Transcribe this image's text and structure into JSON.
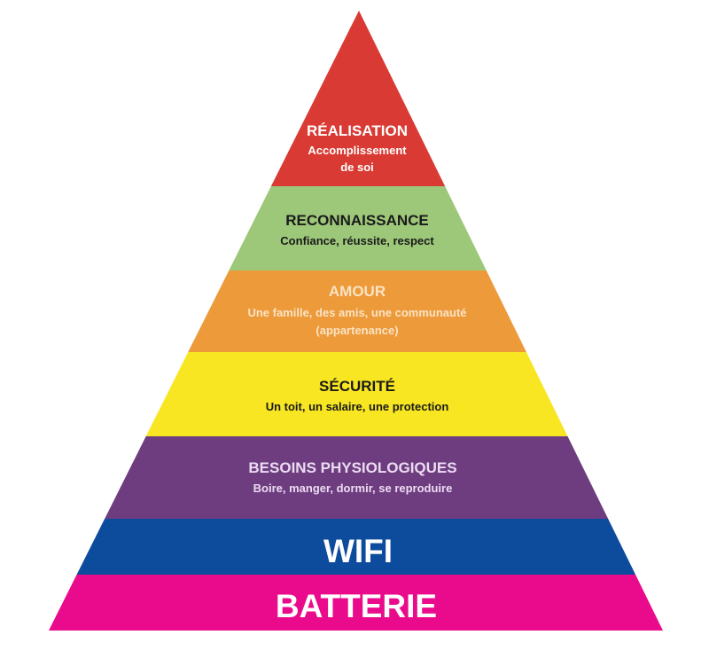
{
  "pyramid": {
    "levels": [
      {
        "title": "RÉALISATION",
        "lines": [
          "Accomplissement",
          "de soi"
        ],
        "color": "#d93a33",
        "text_color": "#ffffff"
      },
      {
        "title": "RECONNAISSANCE",
        "lines": [
          "Confiance, réussite, respect"
        ],
        "color": "#9dc87a",
        "text_color": "#1a1a1a"
      },
      {
        "title": "AMOUR",
        "lines": [
          "Une famille, des amis, une communauté",
          "(appartenance)"
        ],
        "color": "#ec9a3a",
        "text_color": "#fbe3c4"
      },
      {
        "title": "SÉCURITÉ",
        "lines": [
          "Un toit, un salaire, une protection"
        ],
        "color": "#f8e622",
        "text_color": "#1a1a1a"
      },
      {
        "title": "BESOINS PHYSIOLOGIQUES",
        "lines": [
          "Boire, manger, dormir, se reproduire"
        ],
        "color": "#6e3d80",
        "text_color": "#ecdcf2"
      },
      {
        "title": "WIFI",
        "lines": [],
        "color": "#0d4b9c",
        "text_color": "#ffffff"
      },
      {
        "title": "BATTERIE",
        "lines": [],
        "color": "#ea0a8c",
        "text_color": "#ffffff"
      }
    ]
  }
}
